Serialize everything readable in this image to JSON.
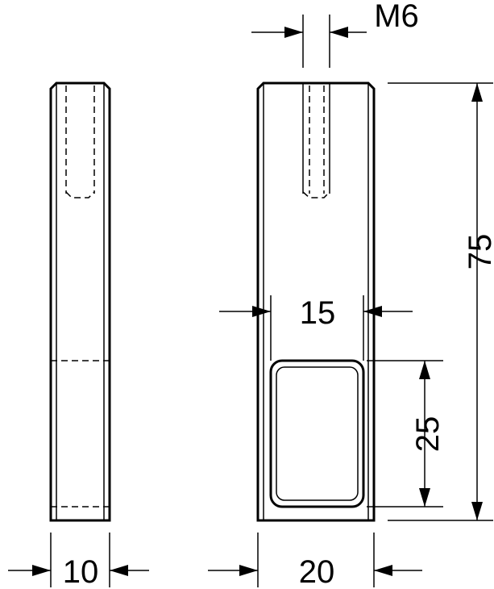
{
  "dimensions": {
    "thread": "M6",
    "height": "75",
    "slot_width": "15",
    "slot_height": "25",
    "side_width": "10",
    "front_width": "20"
  }
}
